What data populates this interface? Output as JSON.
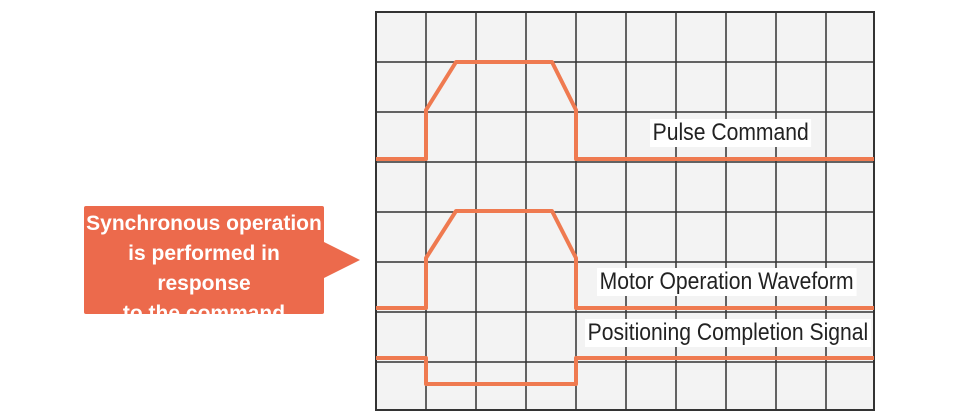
{
  "callout": {
    "lines": [
      "Synchronous operation",
      "is performed in response",
      "to the command"
    ]
  },
  "labels": {
    "pulse_command": "Pulse Command",
    "motor_operation": "Motor Operation Waveform",
    "positioning_completion": "Positioning Completion Signal"
  },
  "colors": {
    "waveform": "#ef7a50",
    "callout": "#ec6a4c",
    "grid": "#333333",
    "grid_background": "#f3f3f3"
  }
}
